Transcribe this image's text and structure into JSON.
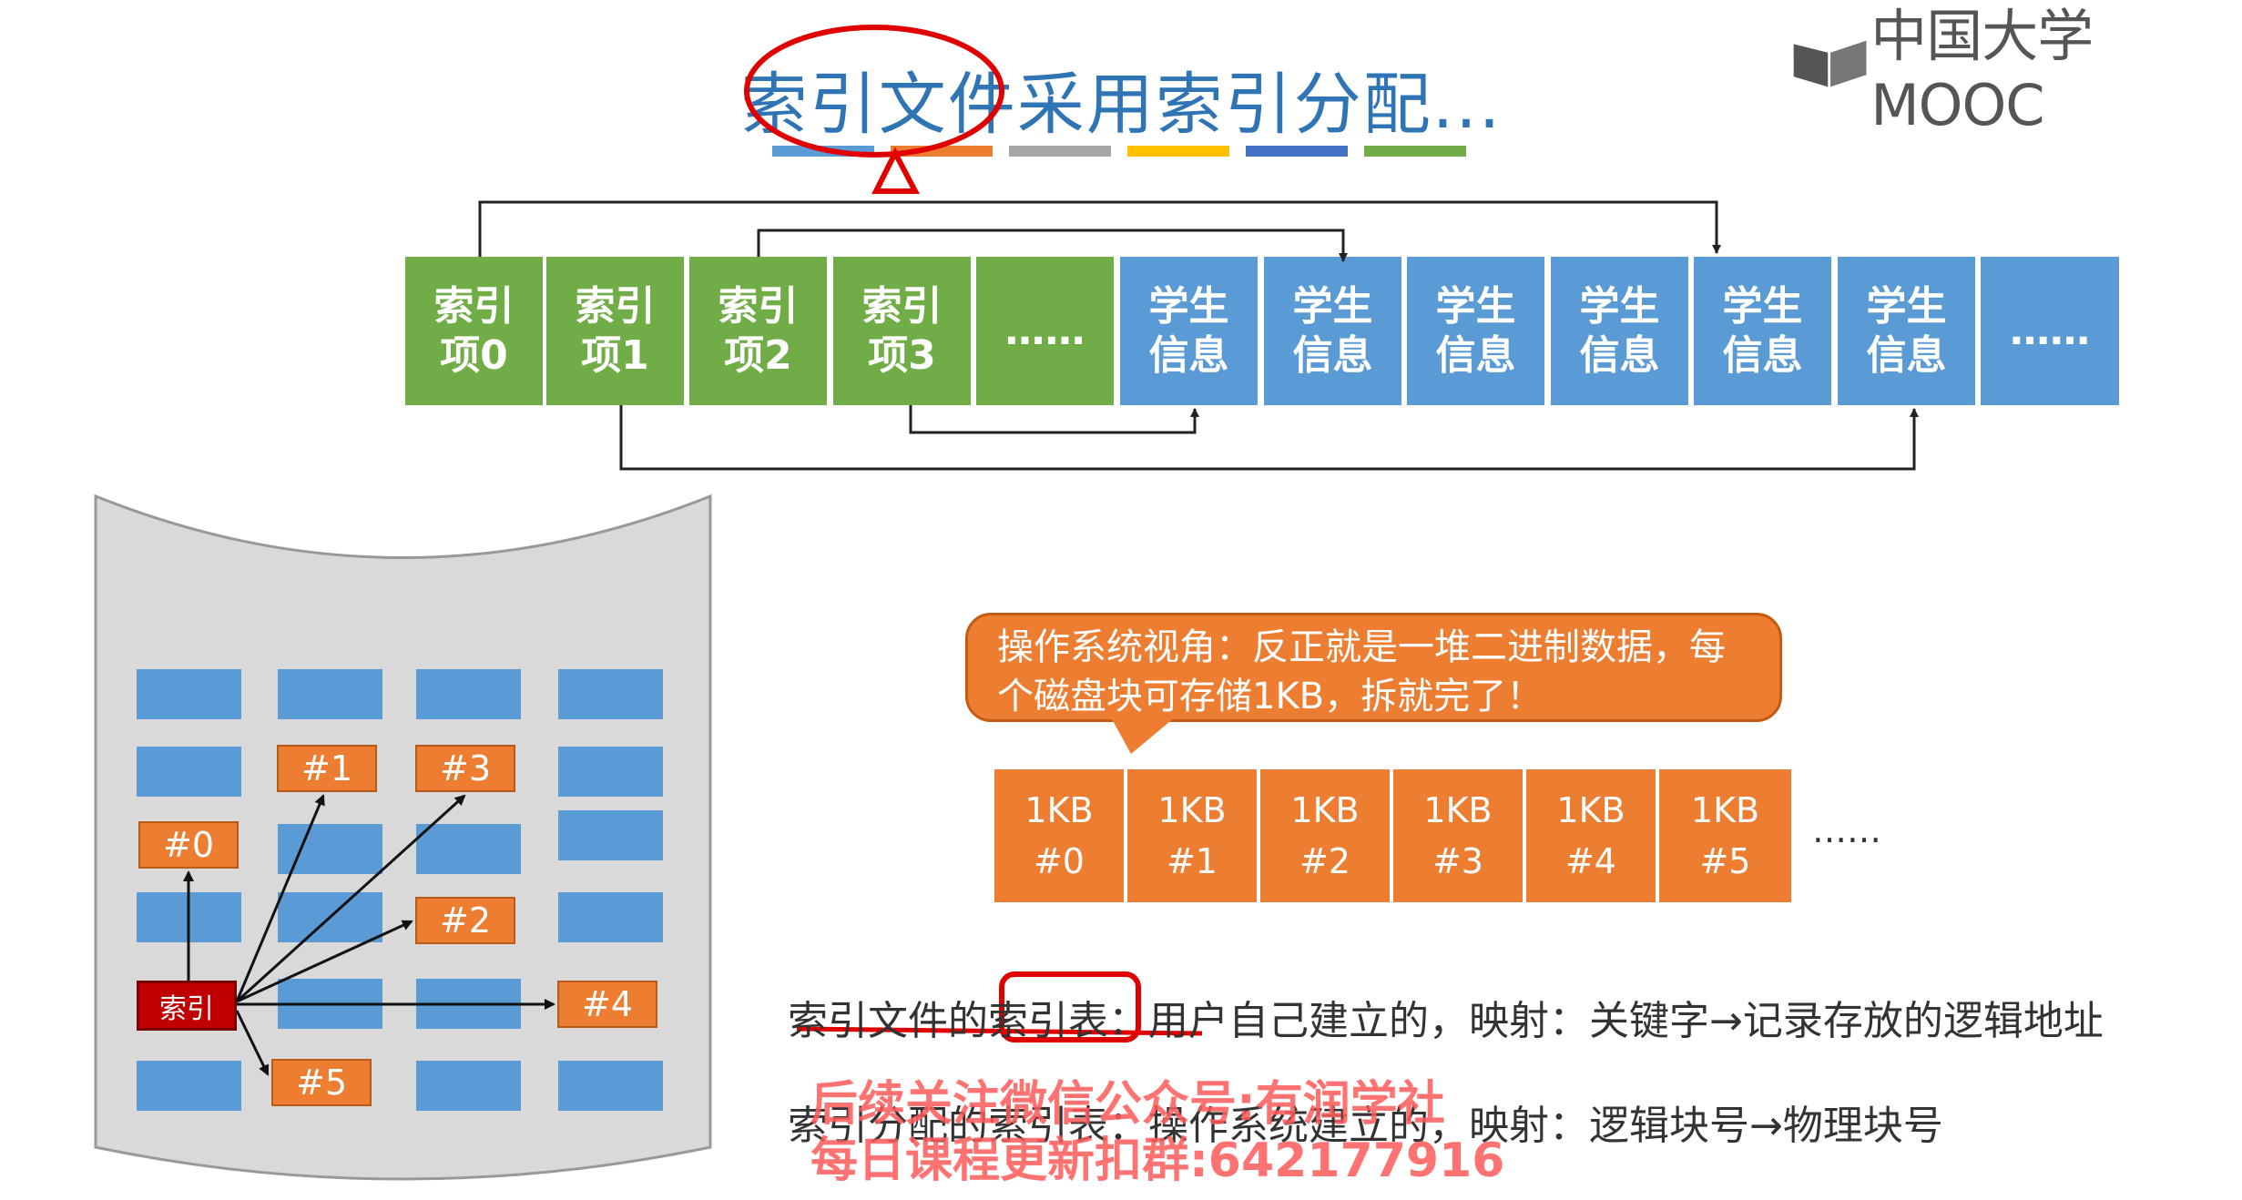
{
  "title": "索引文件采用索引分配...",
  "logo": {
    "text": "中国大学MOOC",
    "icon": "mooc-book-icon"
  },
  "title_bar_colors": [
    "#5b9bd5",
    "#ed7d31",
    "#a5a5a5",
    "#ffc000",
    "#4472c4",
    "#70ad47"
  ],
  "strip": {
    "index_items": [
      "索引\n项0",
      "索引\n项1",
      "索引\n项2",
      "索引\n项3",
      "……"
    ],
    "student_items": [
      "学生\n信息",
      "学生\n信息",
      "学生\n信息",
      "学生\n信息",
      "学生\n信息",
      "学生\n信息",
      "……"
    ]
  },
  "disk": {
    "index_label": "索引",
    "blocks": [
      "#0",
      "#1",
      "#2",
      "#3",
      "#4",
      "#5"
    ]
  },
  "callout": {
    "text": "操作系统视角：反正就是一堆二进制数据，每个磁盘块可存储1KB，拆就完了！"
  },
  "kb_blocks": [
    "1KB\n#0",
    "1KB\n#1",
    "1KB\n#2",
    "1KB\n#3",
    "1KB\n#4",
    "1KB\n#5"
  ],
  "kb_more": "……",
  "lines": {
    "line1": "索引文件的索引表：用户自己建立的，映射：关键字→记录存放的逻辑地址",
    "line2": "索引分配的索引表：操作系统建立的，映射：逻辑块号→物理块号"
  },
  "watermark": {
    "line1": "后续关注微信公众号:有润学社",
    "line2": "每日课程更新扣群:642177916"
  },
  "colors": {
    "green": "#70ad47",
    "blue": "#5b9bd5",
    "orange": "#ed7d31",
    "red": "#c00000",
    "annotation": "#e00000"
  }
}
